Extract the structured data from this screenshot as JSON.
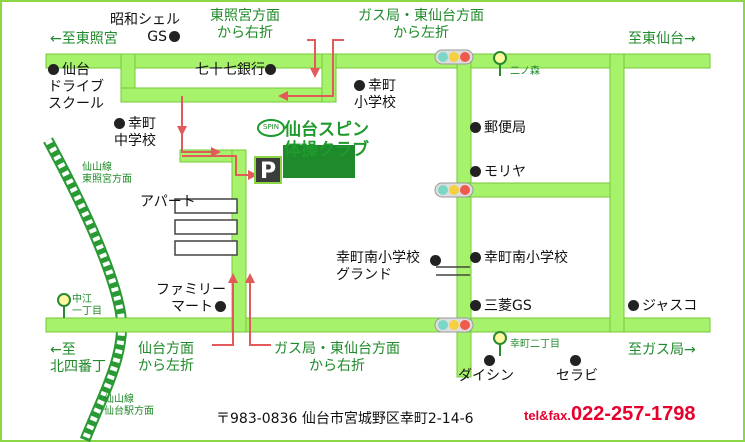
{
  "map": {
    "directions": {
      "to_toshogu": "←至東照宮",
      "to_higashisendai": "至東仙台→",
      "to_kitayonbancho": "←至\n北四番丁",
      "to_gas_station": "至ガス局→"
    },
    "routes": {
      "from_toshogu": "東照宮方面\nから右折",
      "from_gas_higashisendai_top": "ガス局・東仙台方面\nから左折",
      "from_sendai": "仙台方面\nから左折",
      "from_gas_higashisendai_bottom": "ガス局・東仙台方面\nから右折"
    },
    "rail": {
      "to_toshogu_station": "仙山線\n東照宮方面",
      "to_sendai_station": "仙山線\n仙台駅方面"
    },
    "landmarks": {
      "showa_shell_gs": "昭和シェル\nGS",
      "shichijushichi_bank": "七十七銀行",
      "saiwaicho_elementary": "幸町\n小学校",
      "sendai_driving_school": "仙台\nドライブ\nスクール",
      "saiwaicho_junior_high": "幸町\n中学校",
      "post_office": "郵便局",
      "moriya": "モリヤ",
      "apartment": "アパート",
      "family_mart": "ファミリー\nマート",
      "saiwaicho_minami_ground": "幸町南小学校\nグランド",
      "saiwaicho_minami_elementary": "幸町南小学校",
      "mitsubishi_gs": "三菱GS",
      "jusco": "ジャスコ",
      "daishin": "ダイシン",
      "serabi": "セラビ"
    },
    "signals": {
      "ninomori": "二ノ森",
      "nakae_1chome": "中江\n一丁目",
      "saiwaicho_2chome": "幸町二丁目"
    },
    "gym_name": "仙台スピン\n体操クラブ",
    "logo_text": "SPIN",
    "parking": "P",
    "address": "〒983-0836 仙台市宮城野区幸町2-14-6",
    "tel_prefix": "tel&fax.",
    "tel_number": "022-257-1798",
    "colors": {
      "road": "#a6f26a",
      "road_border": "#76c83a",
      "route_arrow": "#e35a5a",
      "text_green": "#1f8a2a",
      "building": "#1e8a2c",
      "tel": "#e8002d"
    }
  }
}
